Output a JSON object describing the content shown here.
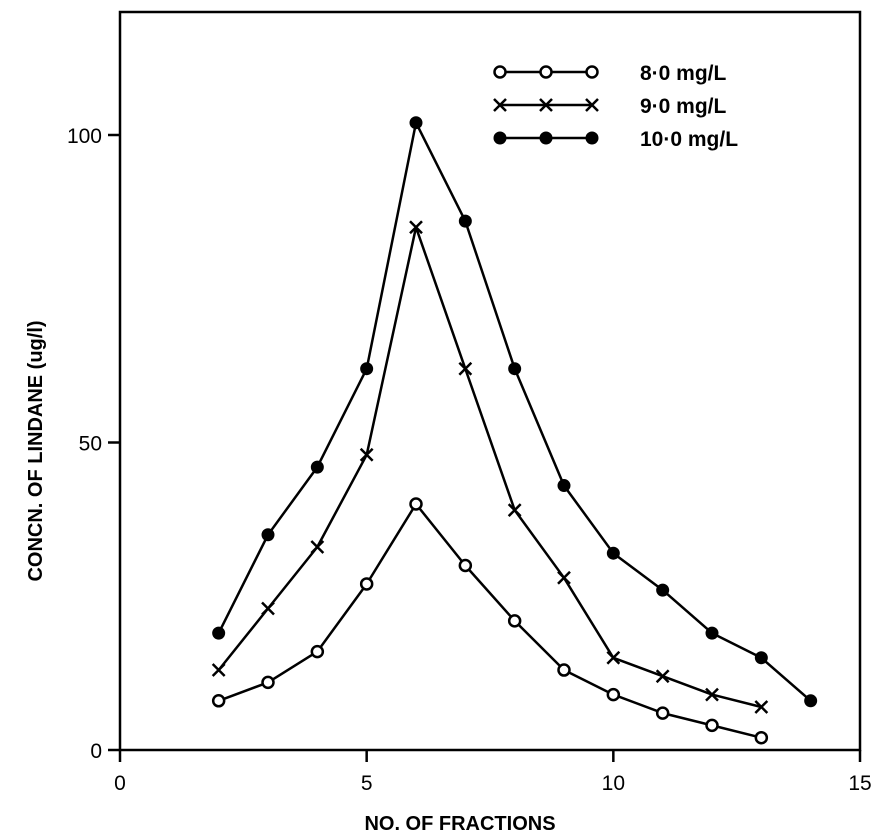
{
  "chart_data": {
    "type": "line",
    "title": "",
    "xlabel": "NO. OF FRACTIONS",
    "ylabel": "CONCN. OF LINDANE (ug/l)",
    "xlim": [
      0,
      15
    ],
    "ylim": [
      0,
      120
    ],
    "xticks": [
      0,
      5,
      10,
      15
    ],
    "yticks": [
      0,
      50,
      100
    ],
    "grid": false,
    "legend_position": "top-right",
    "series": [
      {
        "name": "8·0 mg/L",
        "marker": "open-circle",
        "x": [
          2,
          3,
          4,
          5,
          6,
          7,
          8,
          9,
          10,
          11,
          12,
          13
        ],
        "values": [
          8,
          11,
          16,
          27,
          40,
          30,
          21,
          13,
          9,
          6,
          4,
          2
        ]
      },
      {
        "name": "9·0 mg/L",
        "marker": "x",
        "x": [
          2,
          3,
          4,
          5,
          6,
          7,
          8,
          9,
          10,
          11,
          12,
          13
        ],
        "values": [
          13,
          23,
          33,
          48,
          85,
          62,
          39,
          28,
          15,
          12,
          9,
          7
        ]
      },
      {
        "name": "10·0 mg/L",
        "marker": "filled-circle",
        "x": [
          2,
          3,
          4,
          5,
          6,
          7,
          8,
          9,
          10,
          11,
          12,
          13,
          14
        ],
        "values": [
          19,
          35,
          46,
          62,
          102,
          86,
          62,
          43,
          32,
          26,
          19,
          15,
          8
        ]
      }
    ]
  }
}
